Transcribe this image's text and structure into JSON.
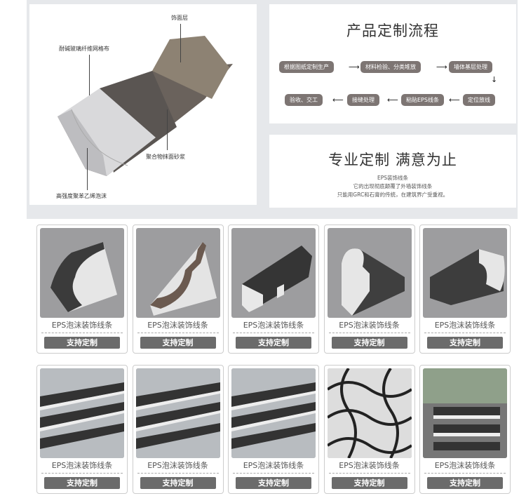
{
  "diagram": {
    "labels": [
      "饰面层",
      "耐碱玻璃纤维网格布",
      "聚合物抹面砂浆",
      "高强度聚苯乙烯泡沫"
    ]
  },
  "flow": {
    "title": "产品定制流程",
    "steps": [
      "根据图纸定制生产",
      "材料检验、分类堆放",
      "墙体基层处理",
      "定位放线",
      "粘贴EPS线条",
      "接缝处理",
      "验收、交工"
    ]
  },
  "slogan": {
    "title": "专业定制 满意为止",
    "lines": [
      "EPS装饰线条",
      "它的出现彻底颠覆了外墙装饰线条",
      "只能用GRC和石膏的传统，在建筑界广受重视。"
    ]
  },
  "products": {
    "name": "EPS泡沫装饰线条",
    "button": "支持定制",
    "rows": [
      [
        "cornice-profile",
        "stepped-profile",
        "u-channel-profile",
        "arched-profile",
        "double-step-profile"
      ],
      [
        "rack-stock",
        "rack-stock",
        "rack-stock",
        "cut-panels",
        "yard-stock"
      ]
    ]
  }
}
